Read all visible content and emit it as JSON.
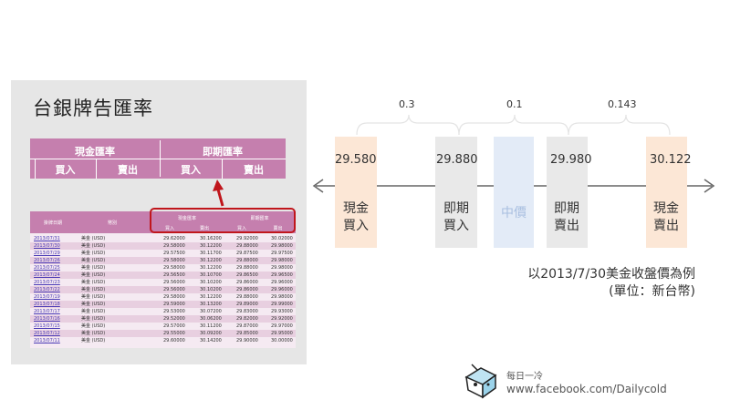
{
  "left_panel": {
    "title": "台銀牌告匯率",
    "header": {
      "cash": "現金匯率",
      "spot": "即期匯率",
      "buy": "買入",
      "sell": "賣出"
    },
    "table": {
      "col_date": "掛牌日期",
      "col_currency": "幣別",
      "cash": "現金匯率",
      "spot": "即期匯率",
      "buy": "買入",
      "sell": "賣出",
      "rows": [
        {
          "date": "2013/07/31",
          "currency": "美金 (USD)",
          "cb": "29.62000",
          "cs": "30.16200",
          "sb": "29.92000",
          "ss": "30.02000"
        },
        {
          "date": "2013/07/30",
          "currency": "美金 (USD)",
          "cb": "29.58000",
          "cs": "30.12200",
          "sb": "29.88000",
          "ss": "29.98000"
        },
        {
          "date": "2013/07/29",
          "currency": "美金 (USD)",
          "cb": "29.57500",
          "cs": "30.11700",
          "sb": "29.87500",
          "ss": "29.97500"
        },
        {
          "date": "2013/07/26",
          "currency": "美金 (USD)",
          "cb": "29.58000",
          "cs": "30.12200",
          "sb": "29.88000",
          "ss": "29.98000"
        },
        {
          "date": "2013/07/25",
          "currency": "美金 (USD)",
          "cb": "29.58000",
          "cs": "30.12200",
          "sb": "29.88000",
          "ss": "29.98000"
        },
        {
          "date": "2013/07/24",
          "currency": "美金 (USD)",
          "cb": "29.56500",
          "cs": "30.10700",
          "sb": "29.86500",
          "ss": "29.96500"
        },
        {
          "date": "2013/07/23",
          "currency": "美金 (USD)",
          "cb": "29.56000",
          "cs": "30.10200",
          "sb": "29.86000",
          "ss": "29.96000"
        },
        {
          "date": "2013/07/22",
          "currency": "美金 (USD)",
          "cb": "29.56000",
          "cs": "30.10200",
          "sb": "29.86000",
          "ss": "29.96000"
        },
        {
          "date": "2013/07/19",
          "currency": "美金 (USD)",
          "cb": "29.58000",
          "cs": "30.12200",
          "sb": "29.88000",
          "ss": "29.98000"
        },
        {
          "date": "2013/07/18",
          "currency": "美金 (USD)",
          "cb": "29.59000",
          "cs": "30.13200",
          "sb": "29.89000",
          "ss": "29.99000"
        },
        {
          "date": "2013/07/17",
          "currency": "美金 (USD)",
          "cb": "29.53000",
          "cs": "30.07200",
          "sb": "29.83000",
          "ss": "29.93000"
        },
        {
          "date": "2013/07/16",
          "currency": "美金 (USD)",
          "cb": "29.52000",
          "cs": "30.06200",
          "sb": "29.82000",
          "ss": "29.92000"
        },
        {
          "date": "2013/07/15",
          "currency": "美金 (USD)",
          "cb": "29.57000",
          "cs": "30.11200",
          "sb": "29.87000",
          "ss": "29.97000"
        },
        {
          "date": "2013/07/12",
          "currency": "美金 (USD)",
          "cb": "29.55000",
          "cs": "30.09200",
          "sb": "29.85000",
          "ss": "29.95000"
        },
        {
          "date": "2013/07/11",
          "currency": "美金 (USD)",
          "cb": "29.60000",
          "cs": "30.14200",
          "sb": "29.90000",
          "ss": "30.00000"
        }
      ]
    }
  },
  "diagram": {
    "values": {
      "cash_buy": "29.580",
      "spot_buy": "29.880",
      "spot_sell": "29.980",
      "cash_sell": "30.122"
    },
    "diffs": {
      "left": "0.3",
      "middle": "0.1",
      "right": "0.143"
    },
    "labels": {
      "cash_buy": [
        "現金",
        "買入"
      ],
      "spot_buy": [
        "即期",
        "買入"
      ],
      "mid": "中價",
      "spot_sell": [
        "即期",
        "賣出"
      ],
      "cash_sell": [
        "現金",
        "賣出"
      ]
    },
    "colors": {
      "cash": "#fce7d6",
      "spot": "#e9e9e9",
      "mid": "#e3ebf7",
      "mid_text": "#a9bfe0",
      "axis": "#666666"
    },
    "caption": [
      "以2013/7/30美金收盤價為例",
      "(單位：新台幣)"
    ]
  },
  "brand": {
    "name": "每日一冷",
    "url": "www.facebook.com/Dailycold",
    "icon": "dailycold-logo-icon"
  }
}
